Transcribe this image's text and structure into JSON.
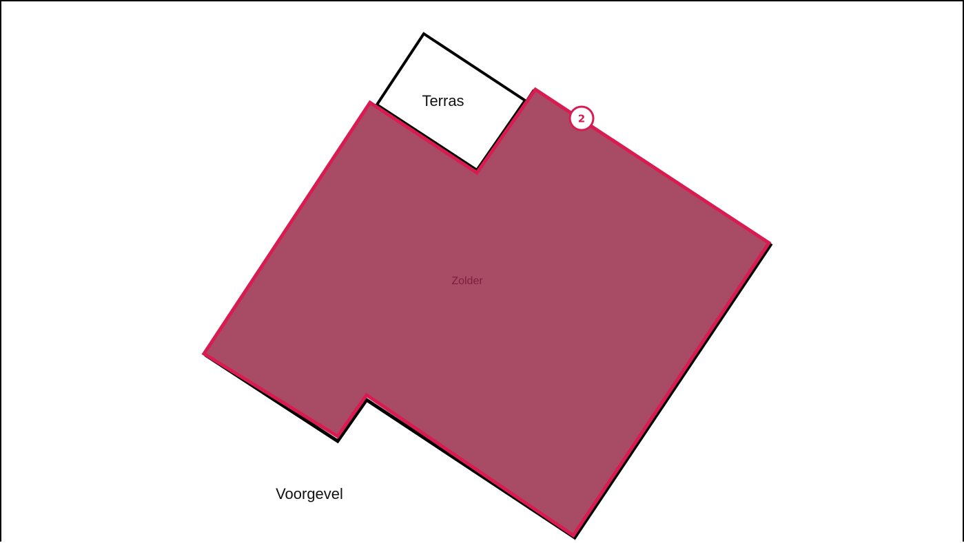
{
  "labels": {
    "terras": "Terras",
    "zolder": "Zolder",
    "voorgevel": "Voorgevel"
  },
  "marker": {
    "number": "2"
  },
  "colors": {
    "zolder_fill": "#a84c65",
    "zolder_outline": "#d81b50",
    "marker_accent": "#d81b50",
    "line_black": "#000000",
    "zolder_label": "#7a1f3d"
  }
}
